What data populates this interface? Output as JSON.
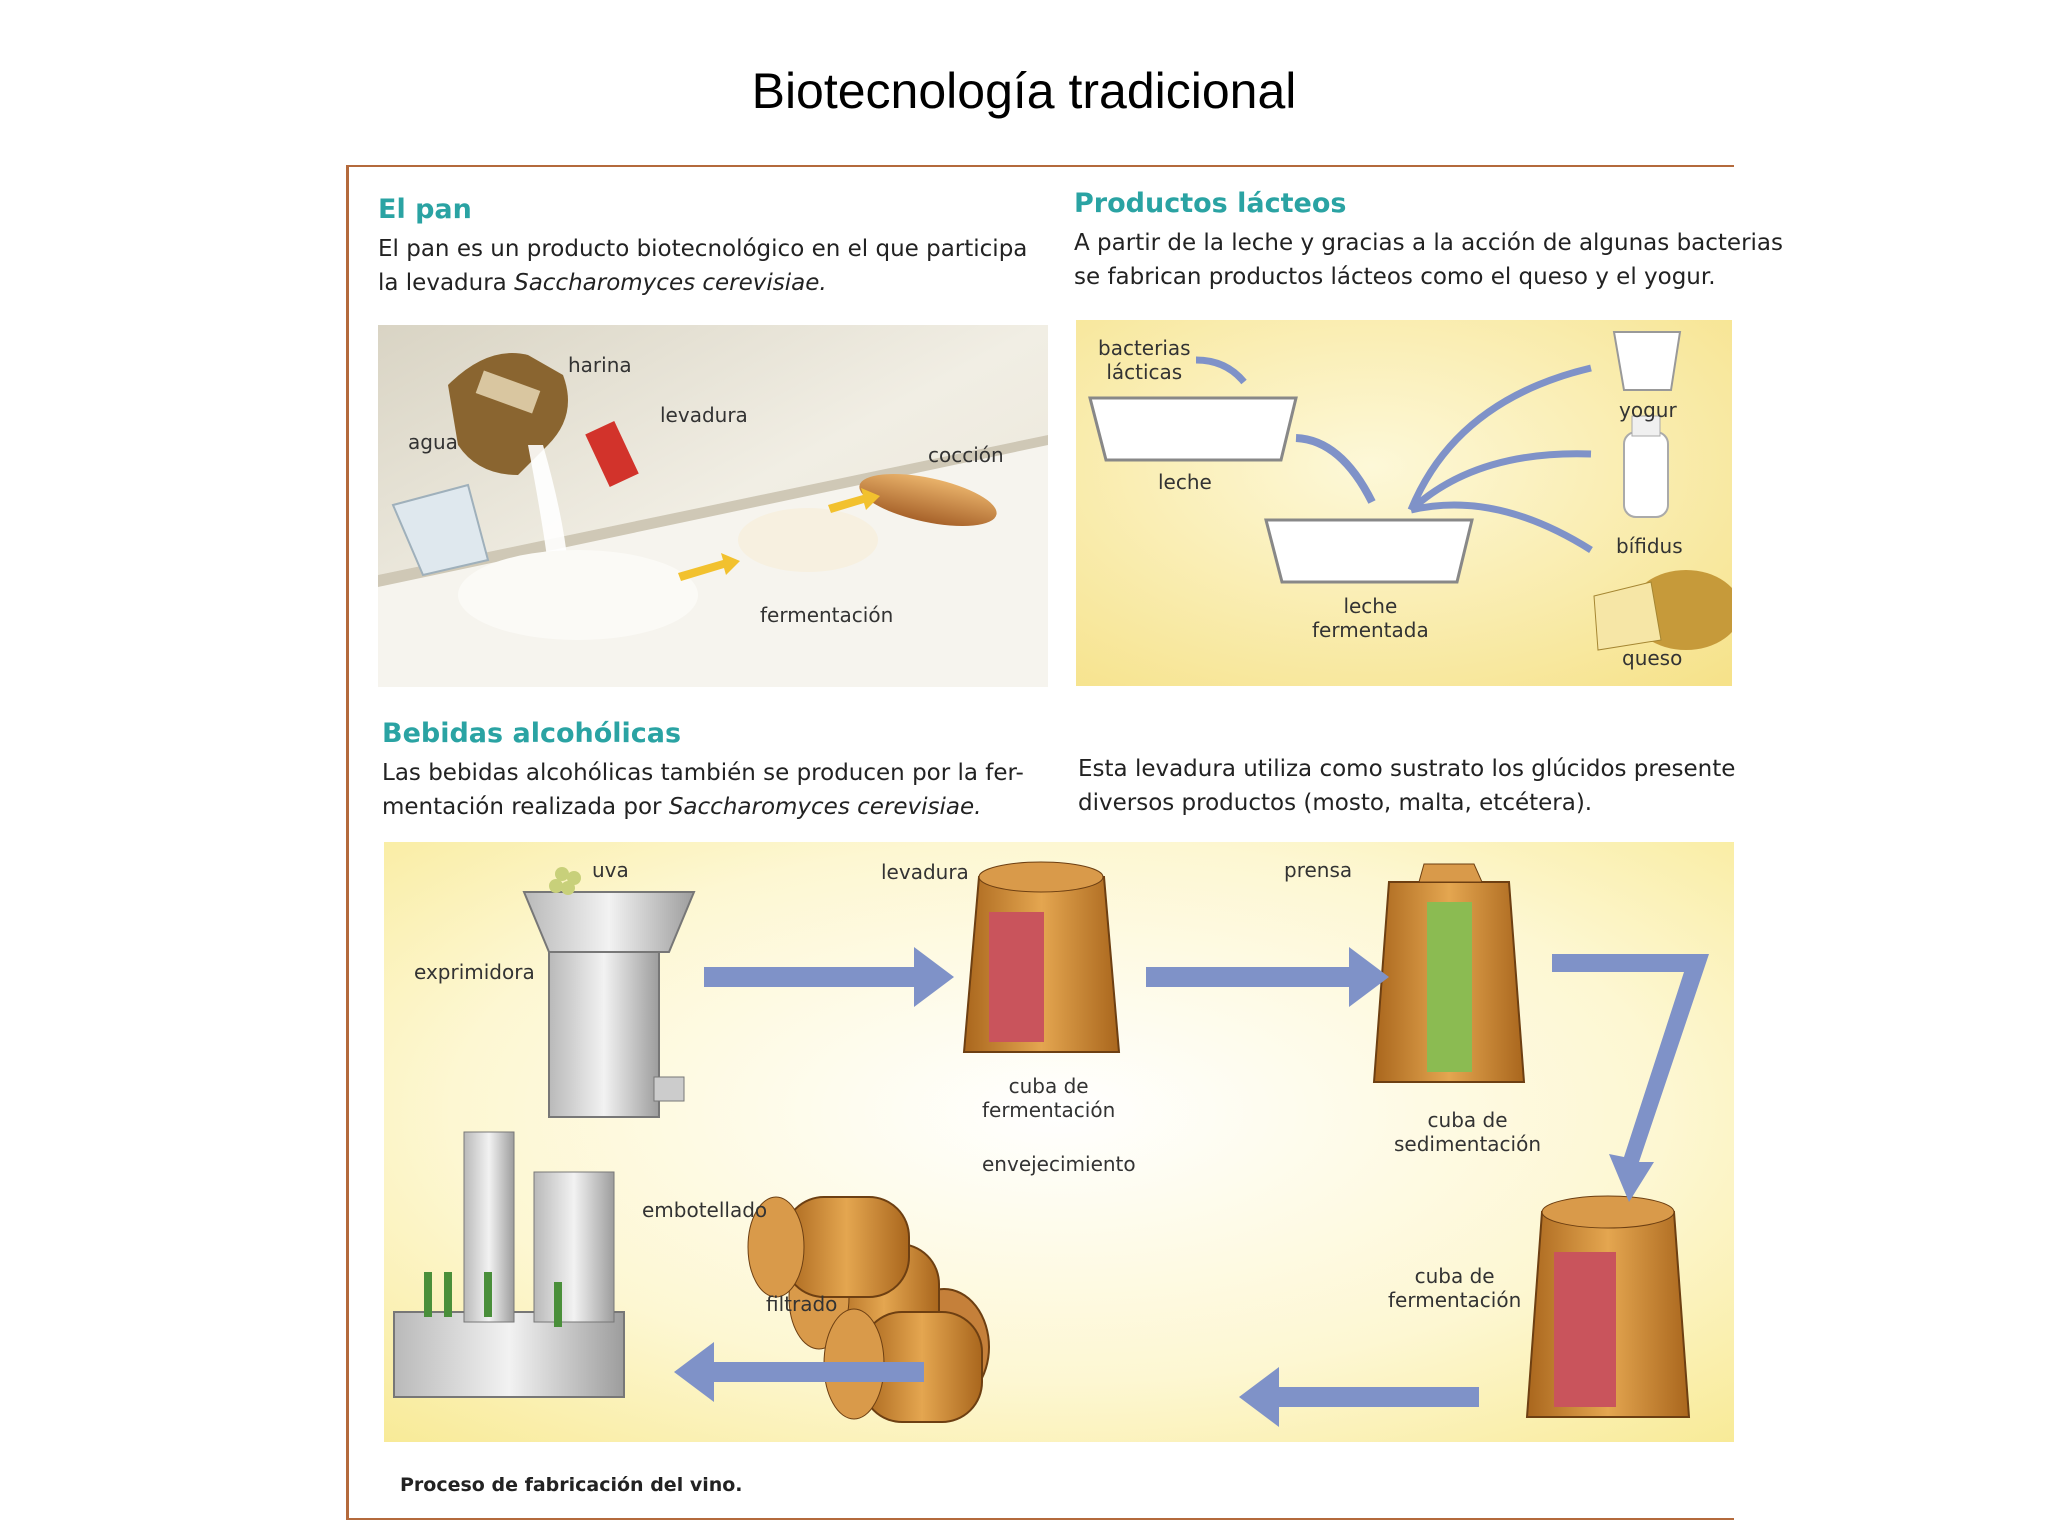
{
  "slide": {
    "title": "Biotecnología tradicional"
  },
  "pan": {
    "heading": "El pan",
    "text_line1": "El pan es un producto biotecnológico en el que participa",
    "text_line2_prefix": "la levadura ",
    "text_line2_italic": "Saccharomyces cerevisiae.",
    "labels": {
      "harina": "harina",
      "agua": "agua",
      "levadura": "levadura",
      "coccion": "cocción",
      "fermentacion": "fermentación"
    }
  },
  "lacteos": {
    "heading": "Productos lácteos",
    "text_line1": "A partir de la leche y gracias a la acción de algunas bacterias",
    "text_line2": "se fabrican productos lácteos como el queso y el yogur.",
    "labels": {
      "bacterias1": "bacterias",
      "bacterias2": "lácticas",
      "leche": "leche",
      "leche_f1": "leche",
      "leche_f2": "fermentada",
      "yogur": "yogur",
      "bifidus": "bífidus",
      "queso": "queso"
    }
  },
  "bebidas": {
    "heading": "Bebidas alcohólicas",
    "left_line1": "Las bebidas alcohólicas también se producen por la fer-",
    "left_line2_prefix": "mentación realizada por ",
    "left_line2_italic": "Saccharomyces cerevisiae.",
    "right_line1": "Esta levadura utiliza como sustrato los glúcidos presente",
    "right_line2": "diversos productos (mosto, malta, etcétera).",
    "labels": {
      "uva": "uva",
      "exprimidora": "exprimidora",
      "levadura": "levadura",
      "cuba_ferm1_a": "cuba de",
      "cuba_ferm1_b": "fermentación",
      "prensa": "prensa",
      "cuba_sed_a": "cuba de",
      "cuba_sed_b": "sedimentación",
      "cuba_ferm2_a": "cuba de",
      "cuba_ferm2_b": "fermentación",
      "envejecimiento": "envejecimiento",
      "filtrado": "filtrado",
      "embotellado": "embotellado"
    },
    "caption": "Proceso de fabricación del vino."
  },
  "colors": {
    "heading": "#2aa3a3",
    "arrow": "#7f92c8",
    "panel_yellow": "#fbf1a8",
    "border": "#b46a3c"
  }
}
